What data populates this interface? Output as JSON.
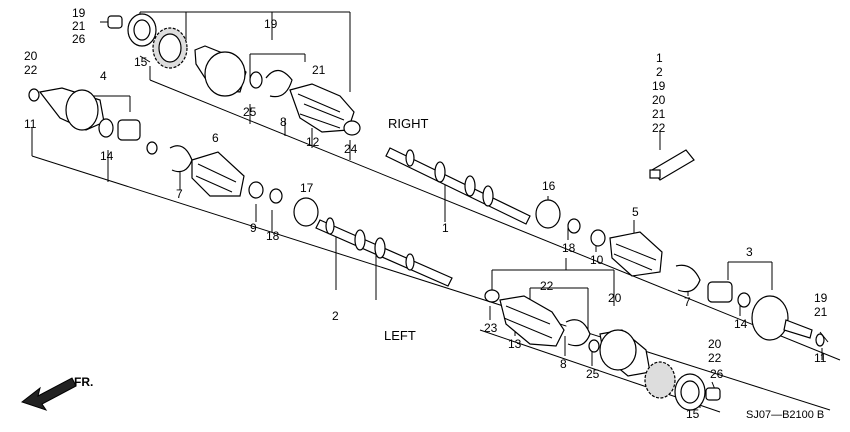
{
  "section_labels": {
    "right": "RIGHT",
    "left": "LEFT"
  },
  "direction": {
    "text": "FR.",
    "icon": "front-direction-arrow-icon"
  },
  "diagram_code": "SJ07—B2100 B",
  "grease_kit_refs": [
    "1",
    "2",
    "19",
    "20",
    "21",
    "22"
  ],
  "callouts": {
    "c19a": "19",
    "c21a": "21",
    "c26a": "26",
    "c20a": "20",
    "c22a": "22",
    "c11a": "11",
    "c4": "4",
    "c14a": "14",
    "c7a": "7",
    "c6": "6",
    "c9": "9",
    "c18a": "18",
    "c17": "17",
    "c2": "2",
    "c19b": "19",
    "c15a": "15",
    "c21b": "21",
    "c25a": "25",
    "c8a": "8",
    "c12": "12",
    "c24": "24",
    "c1": "1",
    "c16": "16",
    "c18b": "18",
    "c10": "10",
    "c5": "5",
    "c3": "3",
    "c7b": "7",
    "c14b": "14",
    "c19c": "19",
    "c21c": "21",
    "c11b": "11",
    "c22b": "22",
    "c20b": "20",
    "c23": "23",
    "c13": "13",
    "c8b": "8",
    "c25b": "25",
    "c15b": "15",
    "c20c": "20",
    "c22c": "22",
    "c26b": "26"
  }
}
